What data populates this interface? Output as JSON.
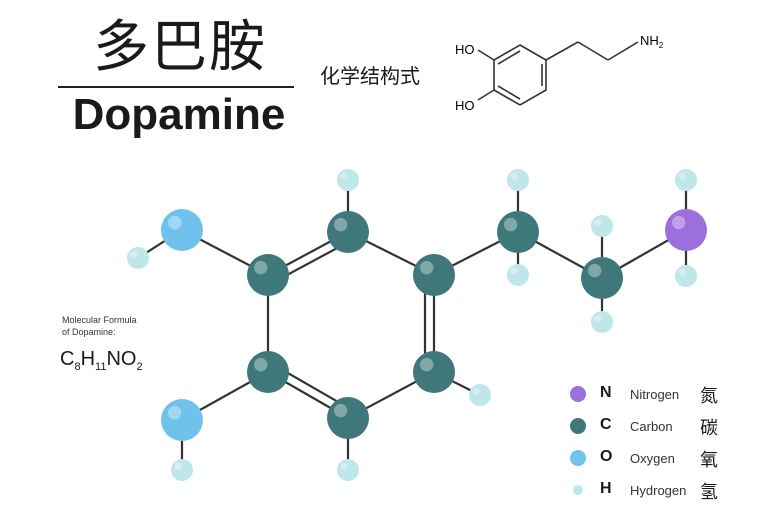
{
  "title_cn": "多巴胺",
  "title_en": "Dopamine",
  "structure_label": "化学结构式",
  "skeletal": {
    "ho_top": "HO",
    "ho_bottom": "HO",
    "nh2": "NH",
    "nh2_sub": "2"
  },
  "formula_caption": [
    "Molecular Formula",
    "of Dopamine:"
  ],
  "formula": [
    {
      "t": "C"
    },
    {
      "t": "8",
      "sub": true
    },
    {
      "t": "H"
    },
    {
      "t": "11",
      "sub": true
    },
    {
      "t": "NO"
    },
    {
      "t": "2",
      "sub": true
    }
  ],
  "legend": [
    {
      "symbol": "N",
      "name": "Nitrogen",
      "cn": "氮",
      "color": "#9b6fdc",
      "size": "large"
    },
    {
      "symbol": "C",
      "name": "Carbon",
      "cn": "碳",
      "color": "#3f787a",
      "size": "large"
    },
    {
      "symbol": "O",
      "name": "Oxygen",
      "cn": "氧",
      "color": "#6fc3ea",
      "size": "large"
    },
    {
      "symbol": "H",
      "name": "Hydrogen",
      "cn": "氢",
      "color": "#bfe6ea",
      "size": "small"
    }
  ],
  "colors": {
    "N": "#9b6fdc",
    "C": "#3f787a",
    "O": "#6fc3ea",
    "H": "#bfe6ea"
  }
}
